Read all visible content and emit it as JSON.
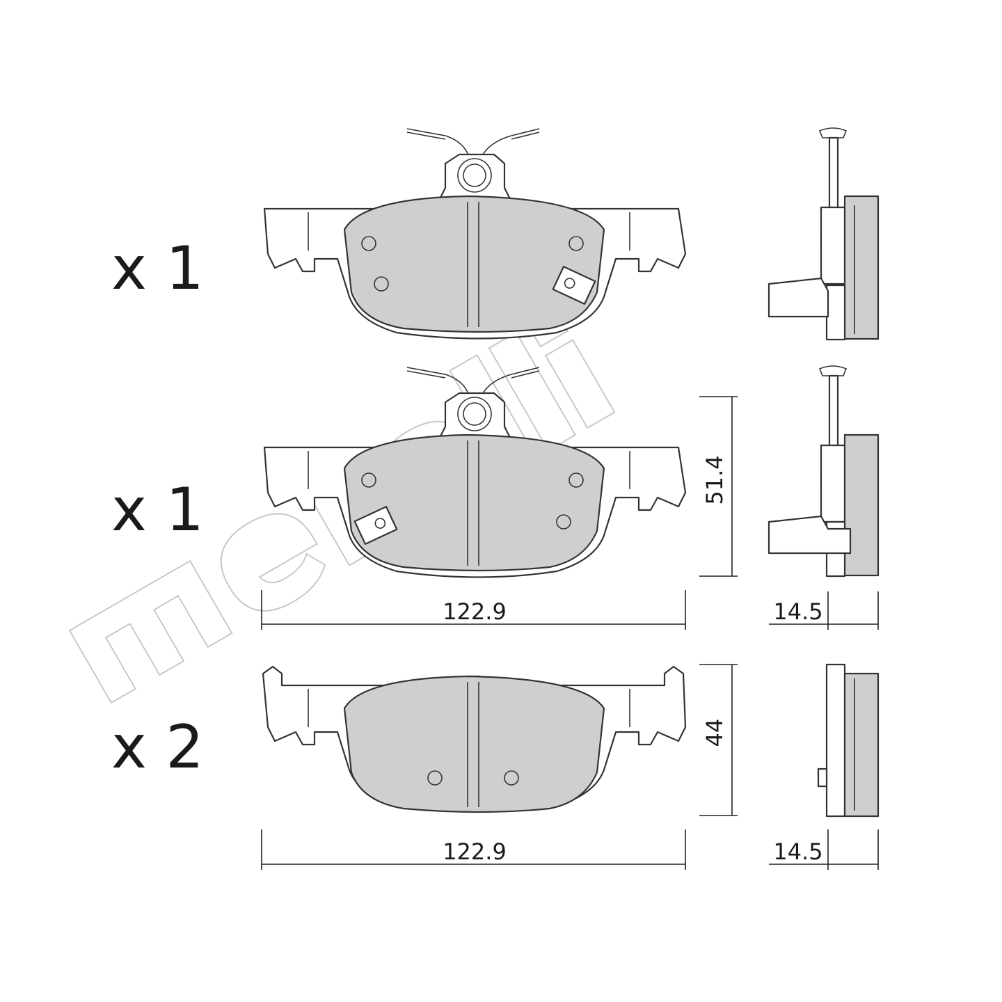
{
  "quantities": [
    "x 1",
    "x 1",
    "x 2"
  ],
  "dimensions": {
    "width_1": "122.9",
    "width_2": "122.9",
    "height_1": "51.4",
    "height_2": "44",
    "thickness_1": "14.5",
    "thickness_2": "14.5"
  },
  "watermark": "metelli",
  "colors": {
    "friction_fill": "#cfcfcf",
    "line": "#333333",
    "background": "#ffffff"
  }
}
